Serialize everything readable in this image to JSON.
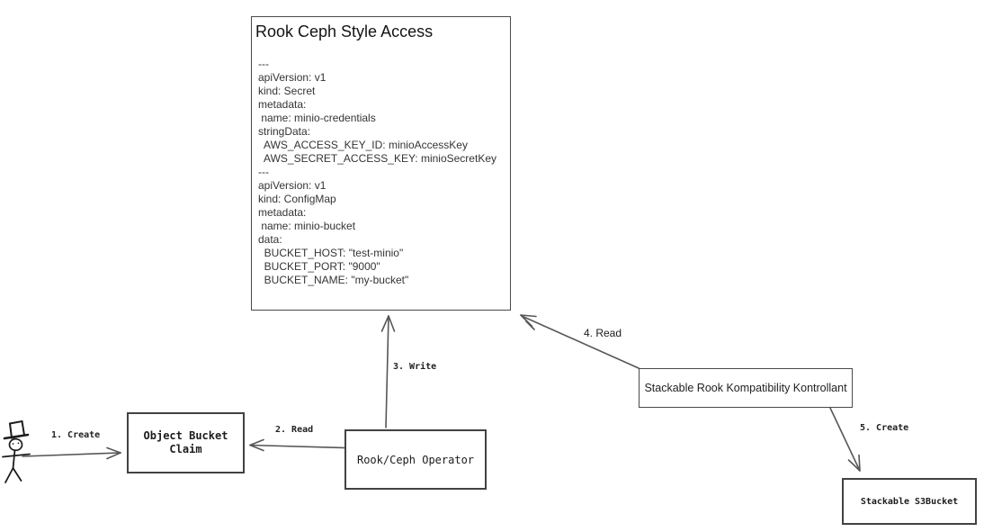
{
  "diagram": {
    "main_box": {
      "title": "Rook Ceph Style Access",
      "yaml": "---\napiVersion: v1\nkind: Secret\nmetadata:\n name: minio-credentials\nstringData:\n  AWS_ACCESS_KEY_ID: minioAccessKey\n  AWS_SECRET_ACCESS_KEY: minioSecretKey\n---\napiVersion: v1\nkind: ConfigMap\nmetadata:\n name: minio-bucket\ndata:\n  BUCKET_HOST: \"test-minio\"\n  BUCKET_PORT: \"9000\"\n  BUCKET_NAME: \"my-bucket\""
    },
    "nodes": {
      "obc": {
        "label": "Object Bucket\nClaim"
      },
      "operator": {
        "label": "Rook/Ceph Operator"
      },
      "kontrollant": {
        "label": "Stackable Rook Kompatibility Kontrollant"
      },
      "s3bucket": {
        "label": "Stackable S3Bucket"
      }
    },
    "edges": {
      "create_obc": {
        "label": "1. Create"
      },
      "read_obc": {
        "label": "2. Read"
      },
      "write_manifests": {
        "label": "3. Write"
      },
      "read_manifests": {
        "label": "4. Read"
      },
      "create_s3bucket": {
        "label": "5. Create"
      }
    },
    "icons": {
      "actor": "person-stick-figure-icon"
    },
    "colors": {
      "arrow": "#565656",
      "border": "#424242",
      "text": "#1c1c1c"
    }
  }
}
